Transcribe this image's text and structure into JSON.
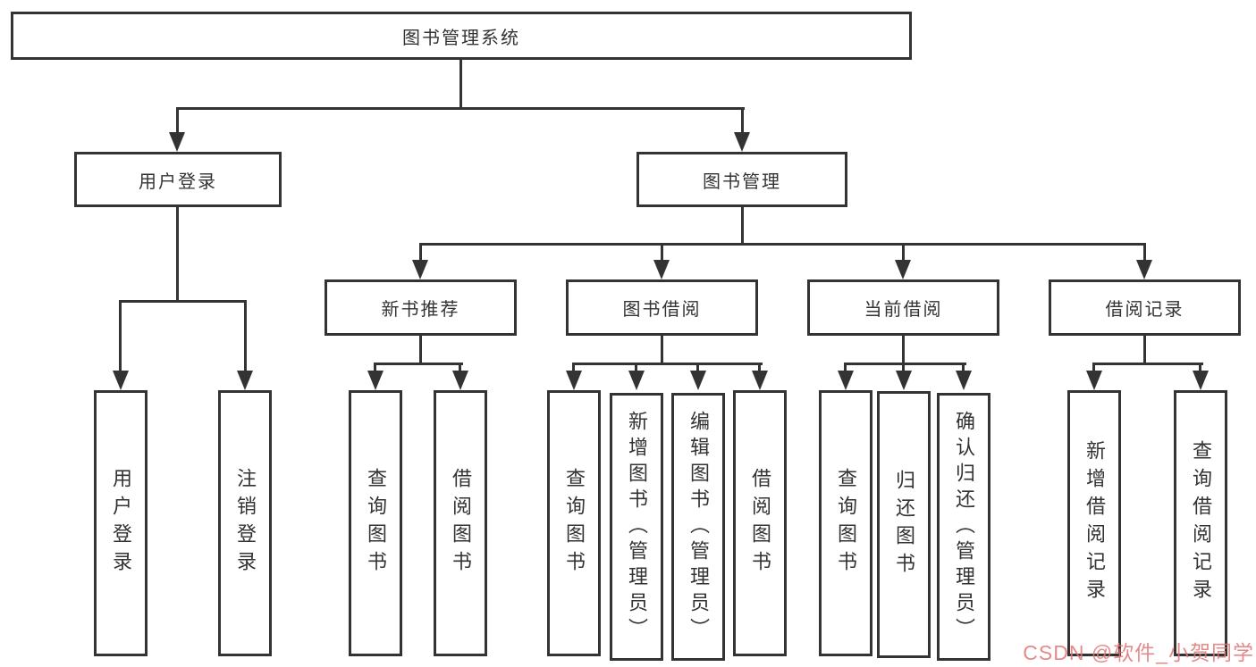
{
  "diagram": {
    "title": "图书管理系统",
    "colors": {
      "line": "#333333",
      "text": "#333333",
      "box_background": "#ffffff",
      "watermark": "#df7676"
    },
    "watermark": {
      "text": "CSDN @软件_小贺同学"
    },
    "nodes": {
      "root": {
        "label": "图书管理系统"
      },
      "user_login": {
        "label": "用户登录"
      },
      "book_management": {
        "label": "图书管理"
      },
      "new_book_recommend": {
        "label": "新书推荐"
      },
      "book_borrowing": {
        "label": "图书借阅"
      },
      "current_borrowing": {
        "label": "当前借阅"
      },
      "borrowing_records": {
        "label": "借阅记录"
      },
      "user_login_leaf": {
        "label": "用户登录"
      },
      "logout_login": {
        "label": "注销登录"
      },
      "query_books_recommend": {
        "label": "查询图书"
      },
      "borrow_books_recommend": {
        "label": "借阅图书"
      },
      "query_books_borrowing": {
        "label": "查询图书"
      },
      "add_books_admin": {
        "label": "新增图书（管理员）"
      },
      "edit_books_admin": {
        "label": "编辑图书（管理员）"
      },
      "borrow_books_borrowing": {
        "label": "借阅图书"
      },
      "query_books_current": {
        "label": "查询图书"
      },
      "return_books": {
        "label": "归还图书"
      },
      "confirm_return_admin": {
        "label": "确认归还（管理员）"
      },
      "add_borrow_record": {
        "label": "新增借阅记录"
      },
      "query_borrow_record": {
        "label": "查询借阅记录"
      }
    }
  }
}
